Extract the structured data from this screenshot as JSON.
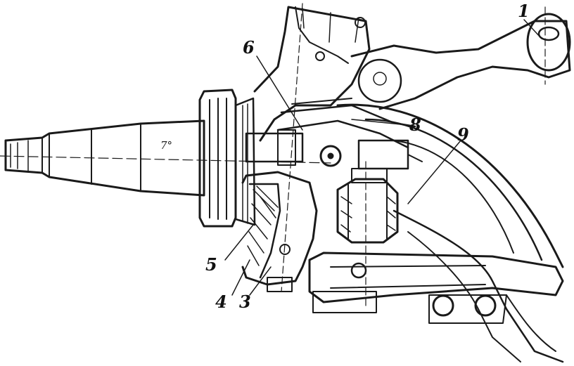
{
  "figure": {
    "callouts": [
      {
        "id": "1",
        "text": "1"
      },
      {
        "id": "3",
        "text": "3"
      },
      {
        "id": "4",
        "text": "4"
      },
      {
        "id": "5",
        "text": "5"
      },
      {
        "id": "6",
        "text": "6"
      },
      {
        "id": "8",
        "text": "8"
      },
      {
        "id": "9",
        "text": "9"
      }
    ],
    "spindle_mark": "7°",
    "colors": {
      "ink": "#1a1a1a",
      "paper": "#ffffff"
    }
  }
}
